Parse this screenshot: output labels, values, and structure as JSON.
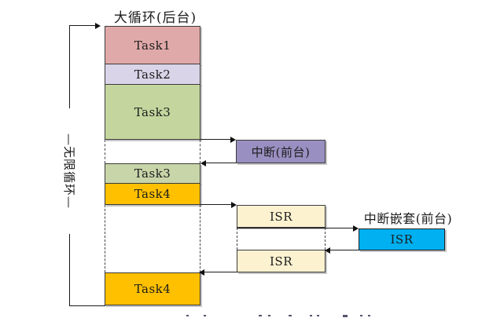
{
  "diagram": {
    "title": "大循环(后台)",
    "loop_label": "—无限循环—",
    "background_tasks": [
      {
        "label": "Task1",
        "color": "#e0a9a9"
      },
      {
        "label": "Task2",
        "color": "#dad4e8"
      },
      {
        "label": "Task3",
        "color": "#c4d69e"
      },
      {
        "label": "Task3",
        "color": "#c8d5a9"
      },
      {
        "label": "Task4",
        "color": "#ffc000"
      },
      {
        "label": "Task4",
        "color": "#ffc000"
      }
    ],
    "interrupt": {
      "label": "中断(前台)",
      "color": "#9a8fc1"
    },
    "isr_boxes": [
      {
        "label": "ISR",
        "color": "#fcf2d0"
      },
      {
        "label": "ISR",
        "color": "#fcf2d0"
      }
    ],
    "nested": {
      "title": "中断嵌套(前台)",
      "isr_label": "ISR",
      "color": "#00b0f0"
    },
    "line_color": "#1a1a1a",
    "border_color": "#3b3b3b"
  }
}
